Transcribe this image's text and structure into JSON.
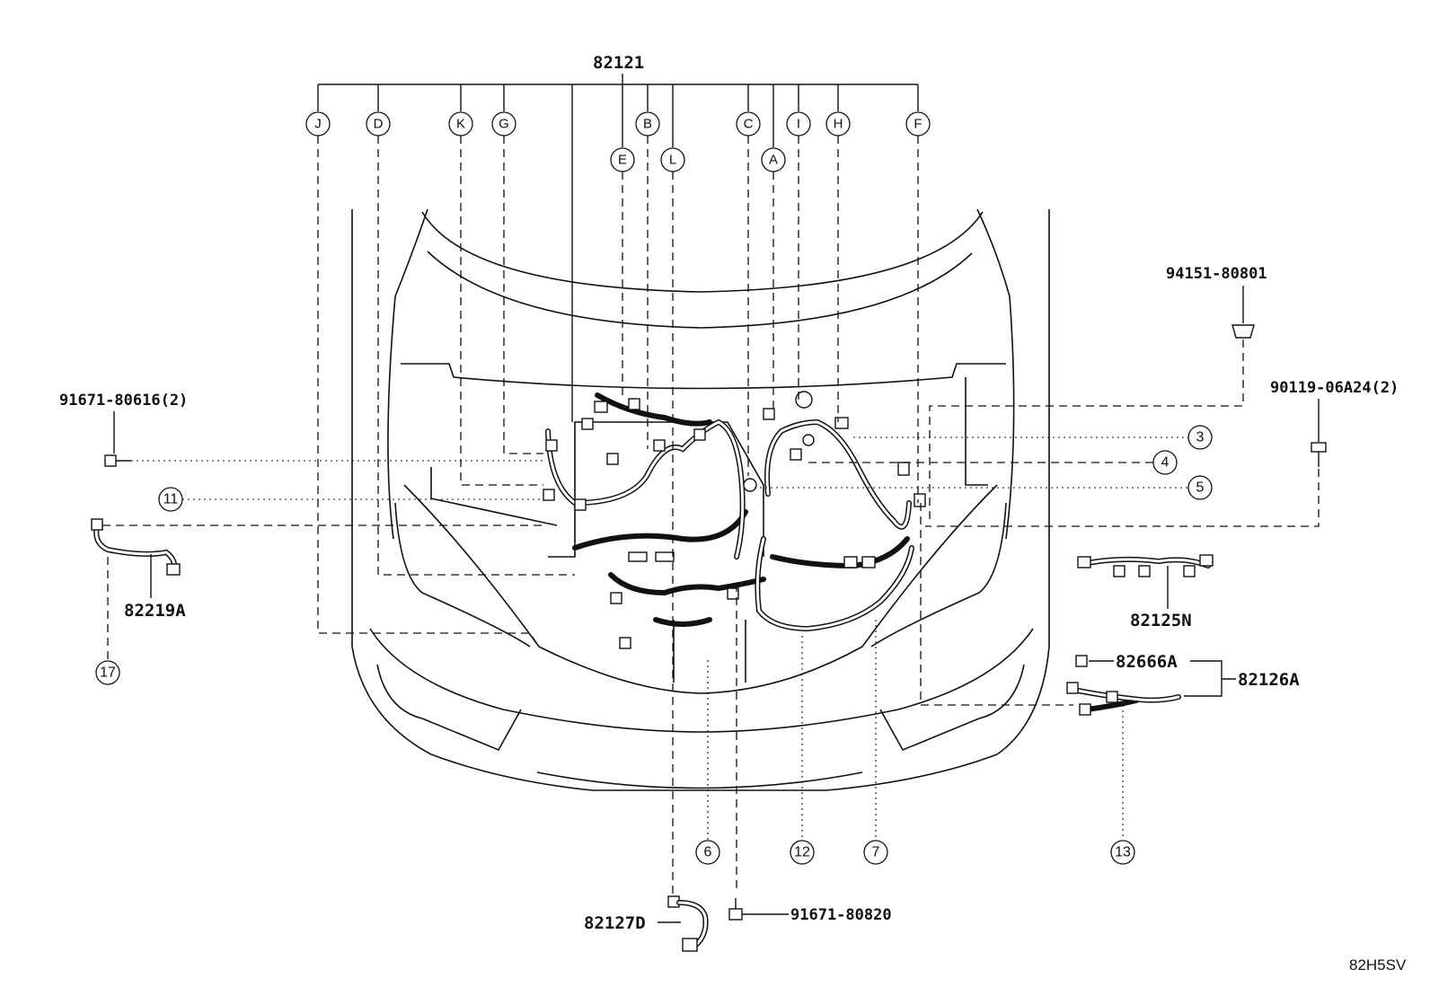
{
  "main_harness": {
    "part_number": "82121",
    "branches": [
      "J",
      "D",
      "K",
      "G",
      "E",
      "B",
      "L",
      "C",
      "A",
      "I",
      "H",
      "F"
    ]
  },
  "parts": {
    "p94151": "94151-80801",
    "p90119": "90119-06A24(2)",
    "p91671_616": "91671-80616(2)",
    "p82219": "82219A",
    "p82125": "82125N",
    "p82666": "82666A",
    "p82126": "82126A",
    "p82127": "82127D",
    "p91671_820": "91671-80820"
  },
  "callouts": [
    "3",
    "4",
    "5",
    "11",
    "17",
    "6",
    "12",
    "7",
    "13"
  ],
  "reference_code": "82H5SV"
}
